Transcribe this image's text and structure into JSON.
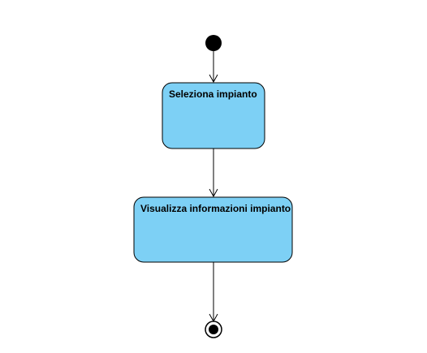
{
  "diagram": {
    "type": "uml-activity-diagram",
    "start_node": {
      "kind": "initial"
    },
    "states": [
      {
        "id": "s1",
        "label": "Seleziona impianto"
      },
      {
        "id": "s2",
        "label": "Visualizza informazioni impianto"
      }
    ],
    "end_node": {
      "kind": "final"
    },
    "transitions": [
      {
        "from": "start",
        "to": "s1"
      },
      {
        "from": "s1",
        "to": "s2"
      },
      {
        "from": "s2",
        "to": "end"
      }
    ]
  },
  "colors": {
    "state_fill": "#7dd0f5",
    "stroke": "#000000",
    "background": "#ffffff"
  }
}
